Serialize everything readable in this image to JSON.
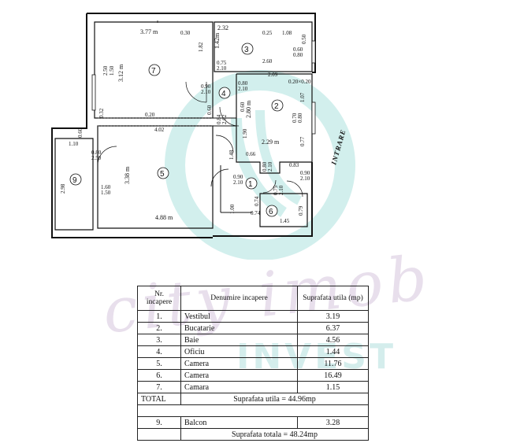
{
  "plan": {
    "entrance_label": "INTRARE",
    "room_numbers": [
      "1",
      "2",
      "3",
      "4",
      "5",
      "6",
      "7",
      "9"
    ],
    "dimensions": {
      "r5_width": "3.77 m",
      "r5_height": "3.12 m",
      "r5_window_a": "2.50",
      "r5_window_b": "1.50",
      "r5_right": "1.82",
      "r5_top_small": "0.30",
      "r5_bottom_small": "0.20",
      "r5_left_small": "0.32",
      "r3_top": "2.32",
      "r3_left": "1.42m",
      "r3_bottom": "2.60",
      "r3_top_a": "0.25",
      "r3_top_b": "1.08",
      "r3_right": "0.50",
      "r3_win_a": "0.60",
      "r3_win_b": "0.80",
      "r3_door_a": "0.75",
      "r3_door_b": "2.10",
      "r2_top": "2.09",
      "r2_top_small": "0.20×0.20",
      "r2_height": "2.80 m",
      "r2_width": "2.29 m",
      "r2_right_a": "1.07",
      "r2_win_a": "0.70",
      "r2_win_b": "0.80",
      "r2_lower": "0.77",
      "r4_door_a": "0.90",
      "r4_door_b": "2.10",
      "r4_door2_a": "0.80",
      "r4_door2_b": "2.10",
      "r4_left_a": "0.60",
      "r4_left_b": "0.60",
      "r4_mid_a": "0.84",
      "r4_mid_b": "2.02",
      "r4_vertical": "1.90",
      "r4_low": "1.48",
      "r4_low_b": "0.66",
      "r6_top": "4.02",
      "r6_height": "3.38 m",
      "r6_width": "4.88 m",
      "r6_left": "0.60",
      "r6_door_a": "0.80",
      "r6_door_b": "2.50",
      "r6_win_a": "1.60",
      "r6_win_b": "1.50",
      "r9_top": "1.10",
      "r9_height": "2.98",
      "r1_door_a": "0.90",
      "r1_door_b": "2.10",
      "r1_door2_a": "0.80",
      "r1_door2_b": "2.10",
      "r1_right": "0.83",
      "r1_entry_a": "0.90",
      "r1_entry_b": "2.10",
      "r1_left": "1.00",
      "r1_small_a": "0.74",
      "r1_small_b": "0.74",
      "r7_door_a": "0.75",
      "r7_door_b": "2.10",
      "r7_width": "1.45",
      "r7_height": "0.79"
    }
  },
  "watermark": {
    "script": "city imob",
    "invest": "INVEST"
  },
  "table": {
    "headers": {
      "nr": "Nr. incapere",
      "name": "Denumire incapere",
      "area": "Suprafata utila (mp)"
    },
    "rows": [
      {
        "nr": "1.",
        "name": "Vestibul",
        "area": "3.19"
      },
      {
        "nr": "2.",
        "name": "Bucatarie",
        "area": "6.37"
      },
      {
        "nr": "3.",
        "name": "Baie",
        "area": "4.56"
      },
      {
        "nr": "4.",
        "name": "Oficiu",
        "area": "1.44"
      },
      {
        "nr": "5.",
        "name": "Camera",
        "area": "11.76"
      },
      {
        "nr": "6.",
        "name": "Camera",
        "area": "16.49"
      },
      {
        "nr": "7.",
        "name": "Camara",
        "area": "1.15"
      }
    ],
    "total": {
      "label": "TOTAL",
      "text": "Suprafata utila  =  44.96mp"
    },
    "balcony": {
      "nr": "9.",
      "name": "Balcon",
      "area": "3.28"
    },
    "grand_total": "Suprafata totala = 48.24mp"
  }
}
